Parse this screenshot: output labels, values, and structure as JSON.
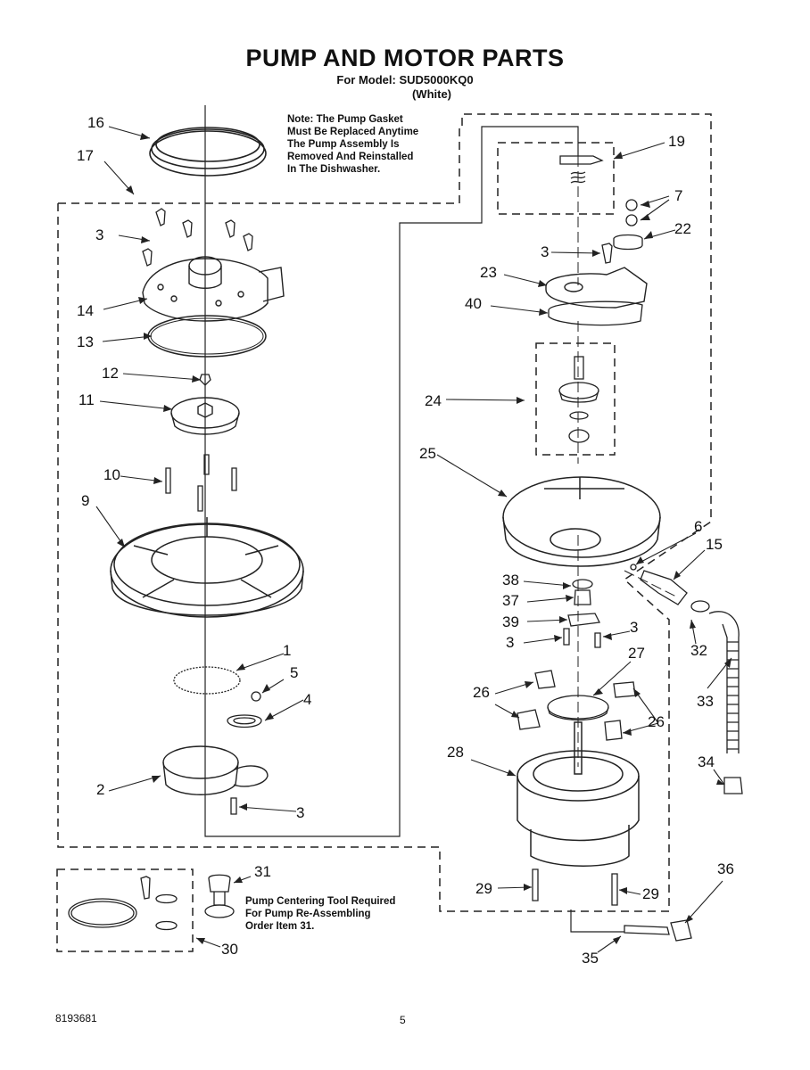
{
  "header": {
    "title": "PUMP AND MOTOR PARTS",
    "model": "For Model: SUD5000KQ0",
    "color": "(White)"
  },
  "note_gasket": {
    "lines": [
      "Note: The Pump Gasket",
      "Must Be Replaced Anytime",
      "The Pump Assembly Is",
      "Removed And Reinstalled",
      "In The Dishwasher."
    ]
  },
  "note_tool": {
    "lines": [
      "Pump Centering Tool Required",
      "For Pump Re-Assembling",
      "Order Item 31."
    ]
  },
  "callouts": [
    "16",
    "17",
    "3",
    "14",
    "13",
    "12",
    "11",
    "10",
    "9",
    "1",
    "5",
    "4",
    "2",
    "3",
    "19",
    "7",
    "22",
    "3",
    "23",
    "40",
    "24",
    "25",
    "6",
    "15",
    "38",
    "37",
    "39",
    "3",
    "3",
    "27",
    "26",
    "26",
    "32",
    "33",
    "28",
    "34",
    "31",
    "29",
    "29",
    "36",
    "30",
    "35"
  ],
  "footer": {
    "part_number": "8193681",
    "page": "5"
  }
}
